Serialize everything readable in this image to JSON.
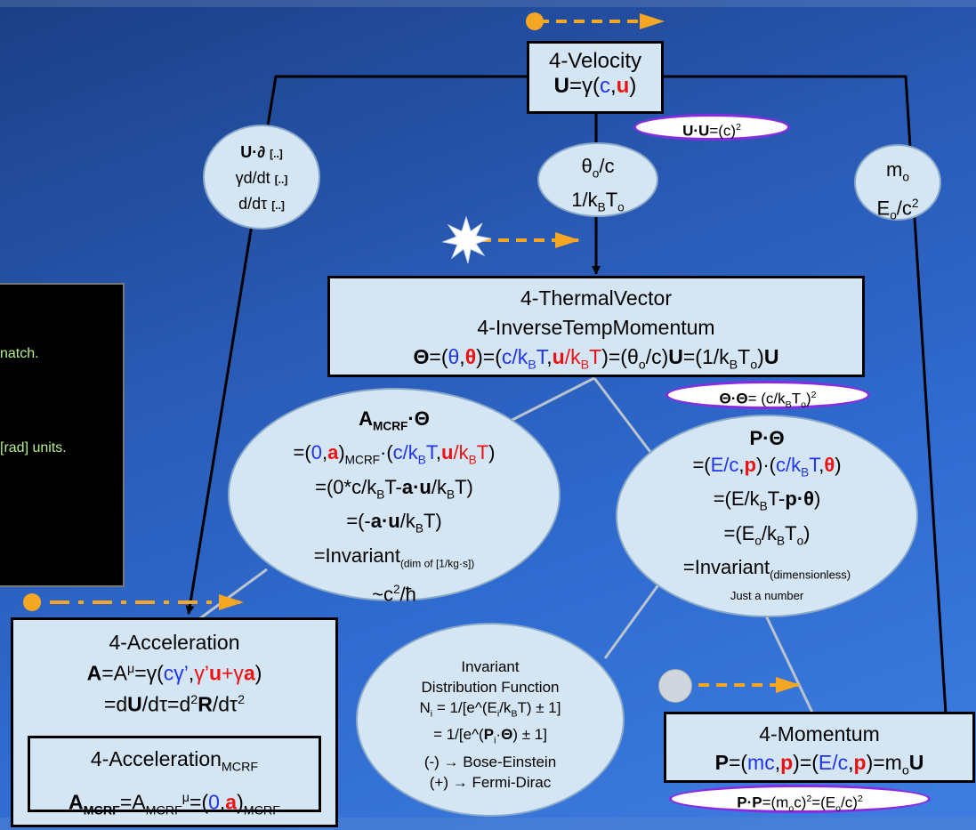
{
  "nodes": {
    "velocity": {
      "title": "4-Velocity",
      "eq": {
        "lhs": "U",
        "p1": "=γ(",
        "c": "c",
        "comma": ",",
        "u": "u",
        "p2": ")"
      }
    },
    "uu": {
      "a": "U",
      "dot": "·",
      "b": "U",
      "eq": "=(c)",
      "sup": "2"
    },
    "deriv": {
      "l1": "U·∂",
      "l1b": "[..]",
      "l2": "γd/dt",
      "l2b": "[..]",
      "l3": "d/dτ",
      "l3b": "[..]"
    },
    "theta_coef": {
      "l1a": "θ",
      "l1s": "o",
      "l1b": "/c",
      "l2a": "1/k",
      "l2s": "B",
      "l2b": "T",
      "l2s2": "o"
    },
    "mass": {
      "l1a": "m",
      "l1s": "o",
      "l2a": "E",
      "l2s": "o",
      "l2b": "/c",
      "l2sup": "2"
    },
    "thermal": {
      "title1": "4-ThermalVector",
      "title2": "4-InverseTempMomentum",
      "eq": {
        "T": "Θ",
        "e1": "=(",
        "th": "θ",
        "cm": ",",
        "thb": "θ",
        "e2": ")=(",
        "c": "c/k",
        "cs": "B",
        "cT": "T",
        "cm2": ",",
        "u": "u",
        "us": "/k",
        "usb": "B",
        "uT": "T",
        "e3": ")=(θ",
        "e3s": "o",
        "e4": "/c)",
        "U1": "U",
        "e5": "=(1/k",
        "e5s": "B",
        "e6": "T",
        "e6s": "o",
        "e7": ")",
        "U2": "U"
      }
    },
    "thth": {
      "a": "Θ·Θ",
      "eq": "= (c/k",
      "s": "B",
      "b": "T",
      "s2": "o",
      "c": ")",
      "sup": "2"
    },
    "amcrf_theta": {
      "head": "A",
      "heads": "MCRF",
      "headb": "·Θ",
      "l2a": "=(",
      "l2z": "0",
      "l2c": ",",
      "l2acc": "a",
      "l2b": ")",
      "l2s": "MCRF",
      "l2d": "·(",
      "l2e": "c/k",
      "l2es": "B",
      "l2eT": "T",
      "l2f": ",",
      "l2u": "u",
      "l2g": "/k",
      "l2gs": "B",
      "l2gT": "T",
      "l2h": ")",
      "l3": "=(0*c/k",
      "l3s": "B",
      "l3b": "T-",
      "l3c": "a·u",
      "l3d": "/k",
      "l3ds": "B",
      "l3e": "T)",
      "l4a": "=(-",
      "l4b": "a·u",
      "l4c": "/k",
      "l4s": "B",
      "l4d": "T)",
      "l5a": "=Invariant",
      "l5s": "(dim of [1/kg·s])",
      "l6a": "~c",
      "l6sup": "2",
      "l6b": "/ħ"
    },
    "p_theta": {
      "head": "P·Θ",
      "l2a": "=(",
      "l2b": "E/c",
      "l2c": ",",
      "l2p": "p",
      "l2d": ")·(",
      "l2e": "c/k",
      "l2es": "B",
      "l2eT": "T",
      "l2f": ",",
      "l2th": "θ",
      "l2g": ")",
      "l3a": "=(E/k",
      "l3s": "B",
      "l3b": "T-",
      "l3c": "p·θ",
      "l3d": ")",
      "l4a": "=(E",
      "l4s": "o",
      "l4b": "/k",
      "l4s2": "B",
      "l4c": "T",
      "l4s3": "o",
      "l4d": ")",
      "l5a": "=Invariant",
      "l5s": "(dimensionless)",
      "l6": "Just a number"
    },
    "distribution": {
      "l1": "Invariant",
      "l2": "Distribution Function",
      "l3a": "N",
      "l3s": "i",
      "l3b": " = 1/[e^(E",
      "l3s2": "i",
      "l3c": "/k",
      "l3s3": "B",
      "l3d": "T) ± 1]",
      "l4a": "= 1/[e^(",
      "l4b": "P",
      "l4s": "i",
      "l4c": "·",
      "l4d": "Θ",
      "l4e": ") ± 1]",
      "l5": "(-) → Bose-Einstein",
      "l6": "(+) → Fermi-Dirac"
    },
    "acceleration": {
      "title": "4-Acceleration",
      "l2a": "A",
      "l2b": "=A",
      "l2sup": "μ",
      "l2c": "=γ(",
      "l2d": "cγ’",
      "l2e": ",",
      "l2f": "γ’",
      "l2g": "u",
      "l2h": "+γ",
      "l2i": "a",
      "l2j": ")",
      "l3a": "=d",
      "l3b": "U",
      "l3c": "/dτ=d",
      "l3sup": "2",
      "l3d": "R",
      "l3e": "/dτ",
      "l3sup2": "2",
      "inner_title": "4-Acceleration",
      "inner_title_sub": "MCRF",
      "inner_a": "A",
      "inner_as": "MCRF",
      "inner_b": "=A",
      "inner_bs": "MCRF",
      "inner_bsup": "μ",
      "inner_c": "=(",
      "inner_z": "0",
      "inner_cm": ",",
      "inner_acc": "a",
      "inner_d": ")",
      "inner_ds": "MCRF"
    },
    "momentum": {
      "title": "4-Momentum",
      "l2a": "P",
      "l2b": "=(",
      "l2c": "mc",
      "l2cm": ",",
      "l2p": "p",
      "l2d": ")=(",
      "l2e": "E/c",
      "l2cm2": ",",
      "l2p2": "p",
      "l2f": ")=m",
      "l2s": "o",
      "l2U": "U"
    },
    "pp": {
      "a": "P·P",
      "b": "=(m",
      "s": "o",
      "c": "c)",
      "sup": "2",
      "d": "=(E",
      "s2": "o",
      "e": "/c)",
      "sup2": "2"
    }
  },
  "console_lines": [
    "natch.",
    "[rad] units."
  ],
  "colors": {
    "arrow": "#000000",
    "dashed_arrow": "#f5a623",
    "connector": "#b9c4cf",
    "pill_border": "#8a2be2",
    "node_fill": "#d4e6f3"
  },
  "icons": [
    "orange-dot-icon",
    "starburst-icon",
    "gray-circle-icon"
  ]
}
